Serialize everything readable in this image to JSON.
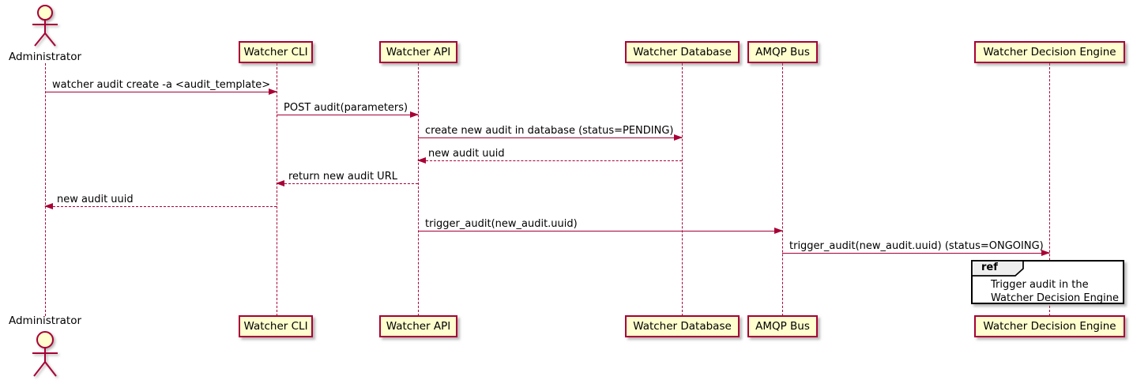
{
  "diagram": {
    "type": "sequence-diagram",
    "actor": {
      "name": "Administrator"
    },
    "participants": [
      {
        "name": "Watcher CLI"
      },
      {
        "name": "Watcher API"
      },
      {
        "name": "Watcher Database"
      },
      {
        "name": "AMQP Bus"
      },
      {
        "name": "Watcher Decision Engine"
      }
    ],
    "messages": [
      {
        "from": "Administrator",
        "to": "Watcher CLI",
        "label": "watcher audit create -a <audit_template>",
        "line": "solid"
      },
      {
        "from": "Watcher CLI",
        "to": "Watcher API",
        "label": "POST audit(parameters)",
        "line": "solid"
      },
      {
        "from": "Watcher API",
        "to": "Watcher Database",
        "label": "create new audit in database (status=PENDING)",
        "line": "solid"
      },
      {
        "from": "Watcher Database",
        "to": "Watcher API",
        "label": "new audit uuid",
        "line": "dashed"
      },
      {
        "from": "Watcher API",
        "to": "Watcher CLI",
        "label": "return new audit URL",
        "line": "dashed"
      },
      {
        "from": "Watcher CLI",
        "to": "Administrator",
        "label": "new audit uuid",
        "line": "dashed"
      },
      {
        "from": "Watcher API",
        "to": "AMQP Bus",
        "label": "trigger_audit(new_audit.uuid)",
        "line": "solid"
      },
      {
        "from": "AMQP Bus",
        "to": "Watcher Decision Engine",
        "label": "trigger_audit(new_audit.uuid) (status=ONGOING)",
        "line": "solid"
      }
    ],
    "ref": {
      "keyword": "ref",
      "line1": "Trigger audit in the",
      "line2": "Watcher Decision Engine"
    },
    "colors": {
      "participant_fill": "#FEFECE",
      "participant_border": "#A80036",
      "arrow": "#A80036",
      "ref_border": "#000000",
      "ref_header_fill": "#EEEEEE",
      "background": "#FFFFFF"
    }
  }
}
